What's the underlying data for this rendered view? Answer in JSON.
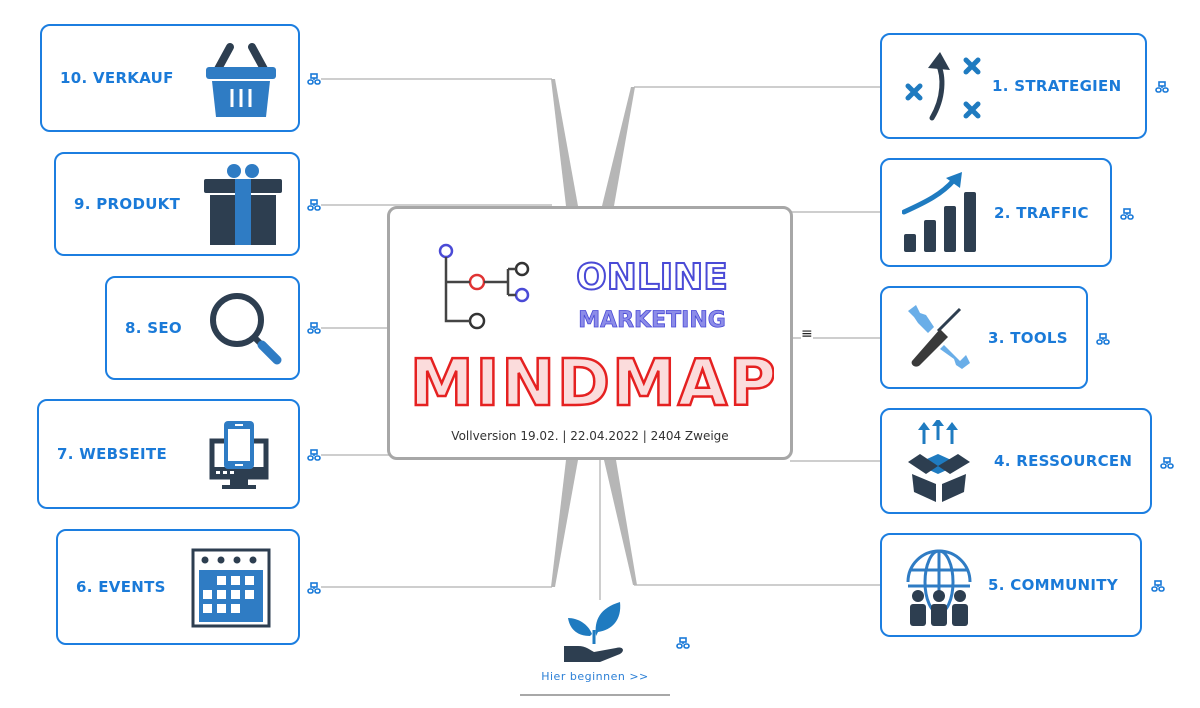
{
  "colors": {
    "node_border": "#1c7ee0",
    "node_label": "#1a7ad8",
    "icon_dark": "#2d3e50",
    "icon_blue": "#2f7cc4",
    "connector": "#b4b4b4",
    "center_border": "#a7a7a7",
    "mindmap_red": "#e52121",
    "online_blue": "#4a4ad6"
  },
  "center": {
    "title_line1": "ONLINE",
    "title_line2": "MARKETING",
    "title_main": "MINDMAP",
    "subtitle": "Vollversion 19.02. | 22.04.2022 | 2404 Zweige",
    "menu_icon": "≡"
  },
  "branches_right": [
    {
      "label": "1. STRATEGIEN",
      "icon": "strategy-icon"
    },
    {
      "label": "2. TRAFFIC",
      "icon": "growth-chart-icon"
    },
    {
      "label": "3. TOOLS",
      "icon": "tools-icon"
    },
    {
      "label": "4. RESSOURCEN",
      "icon": "open-box-icon"
    },
    {
      "label": "5. COMMUNITY",
      "icon": "community-globe-icon"
    }
  ],
  "branches_left": [
    {
      "label": "6. EVENTS",
      "icon": "calendar-icon"
    },
    {
      "label": "7. WEBSEITE",
      "icon": "devices-icon"
    },
    {
      "label": "8. SEO",
      "icon": "magnifier-icon"
    },
    {
      "label": "9. PRODUKT",
      "icon": "gift-icon"
    },
    {
      "label": "10. VERKAUF",
      "icon": "basket-icon"
    }
  ],
  "start": {
    "label": "Hier beginnen >>",
    "icon": "plant-in-hand-icon"
  },
  "link_icon": "linked-topic-icon"
}
